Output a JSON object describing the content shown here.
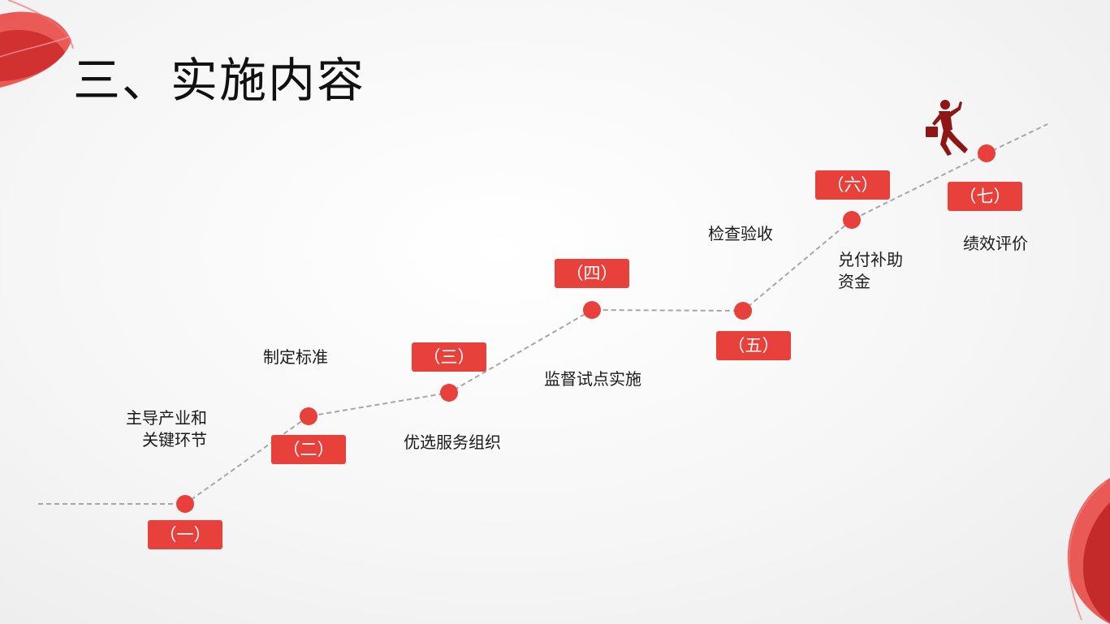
{
  "title": "三、实施内容",
  "colors": {
    "accent": "#e8403b",
    "line": "#a6a6a6",
    "text": "#1a1a1a"
  },
  "steps": [
    {
      "badge": "（一）",
      "text": "主导产业和\n关键环节"
    },
    {
      "badge": "（二）",
      "text": "制定标准"
    },
    {
      "badge": "（三）",
      "text": "优选服务组织"
    },
    {
      "badge": "（四）",
      "text": "监督试点实施"
    },
    {
      "badge": "（五）",
      "text": "检查验收"
    },
    {
      "badge": "（六）",
      "text": "兑付补助\n资金"
    },
    {
      "badge": "（七）",
      "text": "绩效评价"
    }
  ],
  "icons": {
    "runner": "runner-with-briefcase-icon"
  }
}
